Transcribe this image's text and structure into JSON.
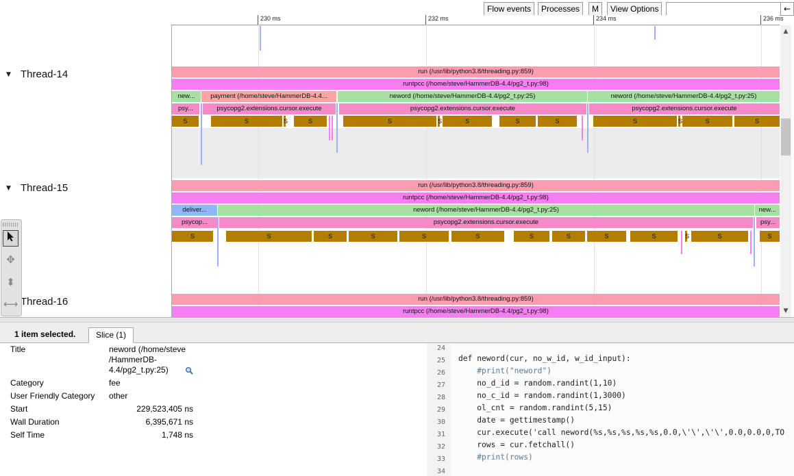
{
  "toolbar": {
    "flow_events": "Flow events",
    "processes": "Processes",
    "m": "M",
    "view_options": "View Options",
    "search_placeholder": "",
    "back_arrow": "←"
  },
  "ruler": {
    "ticks": [
      "230 ms",
      "232 ms",
      "234 ms",
      "236 ms"
    ]
  },
  "threads": [
    {
      "name": "Thread-14",
      "run": "run (/usr/lib/python3.8/threading.py:859)",
      "runtpcc": "runtpcc (/home/steve/HammerDB-4.4/pg2_t.py:98)",
      "calls": [
        "new...",
        "payment (/home/steve/HammerDB-4.4...",
        "neword (/home/steve/HammerDB-4.4/pg2_t.py:25)",
        "neword (/home/steve/HammerDB-4.4/pg2_t.py:25)"
      ],
      "execs": [
        "psy...",
        "psycopg2.extensions.cursor.execute",
        "psycopg2.extensions.cursor.execute",
        "psycopg2.extensions.cursor.execute"
      ],
      "s_label": "S"
    },
    {
      "name": "Thread-15",
      "run": "run (/usr/lib/python3.8/threading.py:859)",
      "runtpcc": "runtpcc (/home/steve/HammerDB-4.4/pg2_t.py:98)",
      "calls": [
        "deliver...",
        "neword (/home/steve/HammerDB-4.4/pg2_t.py:25)",
        "new..."
      ],
      "execs": [
        "psycop...",
        "psycopg2.extensions.cursor.execute",
        "psy..."
      ],
      "s_label": "S"
    },
    {
      "name": "Thread-16",
      "run": "run (/usr/lib/python3.8/threading.py:859)",
      "runtpcc": "runtpcc (/home/steve/HammerDB-4.4/pg2_t.py:98)"
    }
  ],
  "tools": {
    "select": "select-tool",
    "pan": "pan-tool",
    "zoom": "zoom-tool",
    "timing": "timing-tool"
  },
  "panel": {
    "selected": "1 item selected.",
    "tab": "Slice (1)",
    "title_label": "Title",
    "title_lines": [
      "neword (/home/steve",
      "/HammerDB-",
      "4.4/pg2_t.py:25)"
    ],
    "category_label": "Category",
    "category_value": "fee",
    "ufc_label": "User Friendly Category",
    "ufc_value": "other",
    "start_label": "Start",
    "start_value": "229,523,405 ns",
    "wall_label": "Wall Duration",
    "wall_value": "6,395,671 ns",
    "self_label": "Self Time",
    "self_value": "1,748 ns"
  },
  "code": {
    "line_numbers": [
      "24",
      "25",
      "26",
      "27",
      "28",
      "29",
      "30",
      "31",
      "32",
      "33",
      "34"
    ],
    "lines": [
      "",
      "def neword(cur, no_w_id, w_id_input):",
      "    #print(\"neword\")",
      "    no_d_id = random.randint(1,10)",
      "    no_c_id = random.randint(1,3000)",
      "    ol_cnt = random.randint(5,15)",
      "    date = gettimestamp()",
      "    cur.execute('call neword(%s,%s,%s,%s,%s,0.0,\\'\\',\\'\\',0.0,0.0,0,TO",
      "    rows = cur.fetchall()",
      "    #print(rows)",
      ""
    ]
  },
  "colors": {
    "run": "#fb9cb0",
    "runtpcc": "#f77ef0",
    "neword": "#a7e0a3",
    "payment": "#f9a5a5",
    "execute": "#f48bc7",
    "deliver": "#8eb8f7",
    "sleep": "#b27d00"
  }
}
